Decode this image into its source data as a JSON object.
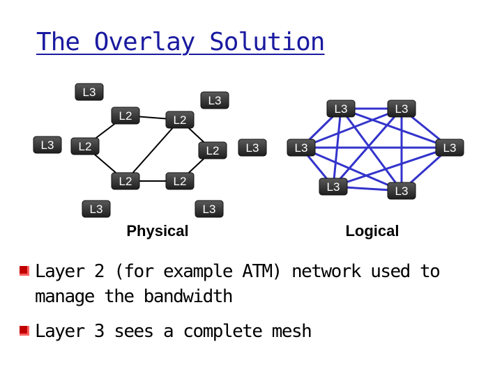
{
  "title": "The Overlay Solution",
  "physical": {
    "caption": "Physical",
    "nodes": [
      {
        "id": "p_l3_tl",
        "label": "L3"
      },
      {
        "id": "p_l3_tr",
        "label": "L3"
      },
      {
        "id": "p_l2_a",
        "label": "L2"
      },
      {
        "id": "p_l2_b",
        "label": "L2"
      },
      {
        "id": "p_l3_l",
        "label": "L3"
      },
      {
        "id": "p_l2_l",
        "label": "L2"
      },
      {
        "id": "p_l2_r",
        "label": "L2"
      },
      {
        "id": "p_l3_r",
        "label": "L3"
      },
      {
        "id": "p_l2_c",
        "label": "L2"
      },
      {
        "id": "p_l2_d",
        "label": "L2"
      },
      {
        "id": "p_l3_bl",
        "label": "L3"
      },
      {
        "id": "p_l3_br",
        "label": "L3"
      }
    ],
    "edges": [
      [
        "p_l2_a",
        "p_l2_b"
      ],
      [
        "p_l2_a",
        "p_l2_l"
      ],
      [
        "p_l2_b",
        "p_l2_r"
      ],
      [
        "p_l2_l",
        "p_l2_c"
      ],
      [
        "p_l2_r",
        "p_l2_d"
      ],
      [
        "p_l2_c",
        "p_l2_d"
      ],
      [
        "p_l2_b",
        "p_l2_c"
      ]
    ]
  },
  "logical": {
    "caption": "Logical",
    "edge_color": "#3333cc",
    "nodes": [
      {
        "id": "g_tl",
        "label": "L3"
      },
      {
        "id": "g_tr",
        "label": "L3"
      },
      {
        "id": "g_l",
        "label": "L3"
      },
      {
        "id": "g_r",
        "label": "L3"
      },
      {
        "id": "g_bl",
        "label": "L3"
      },
      {
        "id": "g_br",
        "label": "L3"
      }
    ],
    "mesh": true
  },
  "bullets": [
    "Layer 2 (for example ATM) network used to manage the bandwidth",
    "Layer 3 sees a complete mesh"
  ]
}
